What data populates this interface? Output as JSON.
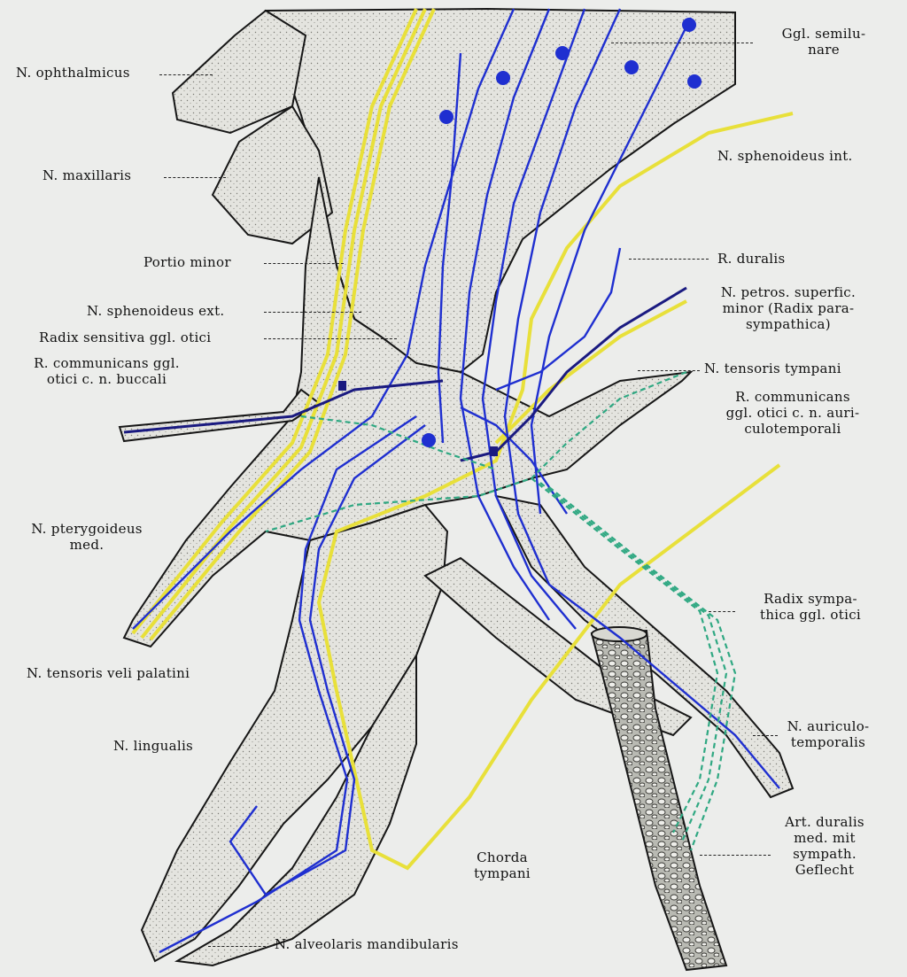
{
  "labels": {
    "ophthalmicus": "N. ophthalmicus",
    "maxillaris": "N. maxillaris",
    "portio_minor": "Portio minor",
    "sphenoideus_ext": "N. sphenoideus ext.",
    "radix_sensitiva": "Radix sensitiva ggl. otici",
    "r_comm_buccali_1": "R. communicans ggl.",
    "r_comm_buccali_2": "otici c. n. buccali",
    "pterygoideus_1": "N. pterygoideus",
    "pterygoideus_2": "med.",
    "tensoris_veli": "N. tensoris veli palatini",
    "lingualis": "N. lingualis",
    "alveolaris": "N. alveolaris mandibularis",
    "chorda_1": "Chorda",
    "chorda_2": "tympani",
    "ggl_semilunare_1": "Ggl. semilu-",
    "ggl_semilunare_2": "nare",
    "sphenoideus_int": "N. sphenoideus int.",
    "r_duralis": "R. duralis",
    "petros_1": "N. petros. superfic.",
    "petros_2": "minor (Radix para-",
    "petros_3": "sympathica)",
    "tensoris_tympani": "N. tensoris tympani",
    "r_comm_auric_1": "R. communicans",
    "r_comm_auric_2": "ggl. otici c. n. auri-",
    "r_comm_auric_3": "culotemporali",
    "radix_symp_1": "Radix sympa-",
    "radix_symp_2": "thica ggl. otici",
    "auriculo_1": "N. auriculo-",
    "auriculo_2": "temporalis",
    "art_duralis_1": "Art. duralis",
    "art_duralis_2": "med. mit",
    "art_duralis_3": "sympath.",
    "art_duralis_4": "Geflecht"
  },
  "colors": {
    "background": "#ecedeb",
    "nerve_fill": "#e6e6e1",
    "sensory_yellow": "#e8e03a",
    "motor_blue": "#1f2fd0",
    "parasympathetic_navy": "#1a1a80",
    "sympathetic_green": "#2fa882",
    "artery_grey": "#8a8a84",
    "outline": "#161616"
  }
}
